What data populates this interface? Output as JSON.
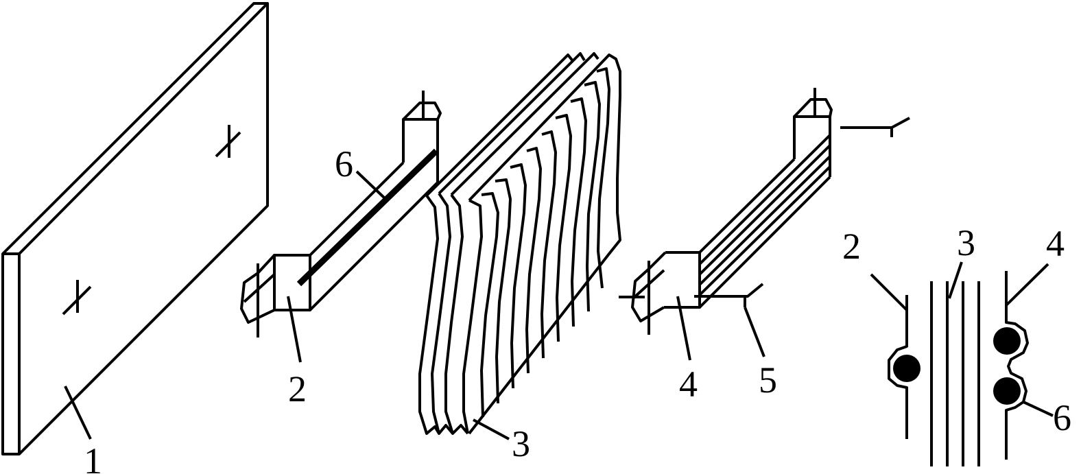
{
  "labels": {
    "plate": "1",
    "left_bar": "2",
    "sheets": "3",
    "right_bar": "4",
    "lead": "5",
    "strip": "6",
    "inset_left": "2",
    "inset_sheets": "3",
    "inset_right": "4",
    "inset_strip": "6"
  },
  "colors": {
    "ink": "#000000",
    "background": "#ffffff"
  }
}
